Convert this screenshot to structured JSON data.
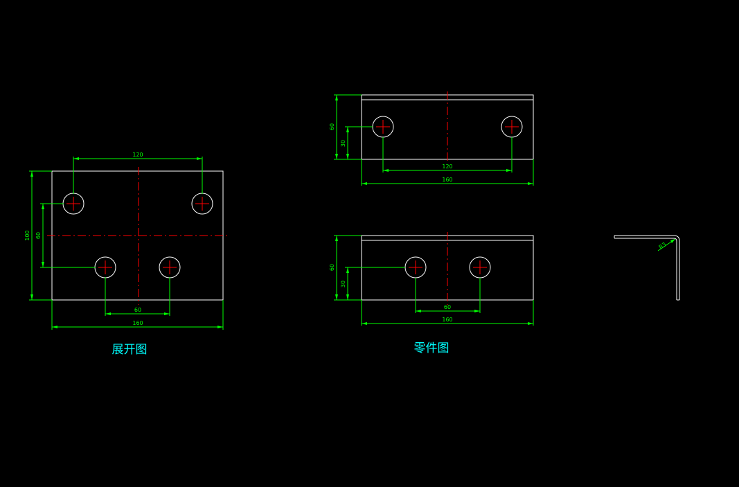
{
  "colors": {
    "background": "#000000",
    "outline": "#ffffff",
    "dimension": "#00ff00",
    "centerline": "#ff0000",
    "title": "#00ffff"
  },
  "unfold_view": {
    "title": "展开图",
    "dims": {
      "top_span": "120",
      "overall_height": "100",
      "height_inner": "60",
      "bottom_span": "60",
      "overall_width": "160"
    }
  },
  "part_view": {
    "title": "零件图",
    "top_view": {
      "height": "60",
      "height_inner": "30",
      "hole_span": "120",
      "width": "160"
    },
    "front_view": {
      "height": "60",
      "height_inner": "30",
      "hole_span": "60",
      "width": "160"
    },
    "side_view": {
      "bend_radius": "R3"
    }
  }
}
